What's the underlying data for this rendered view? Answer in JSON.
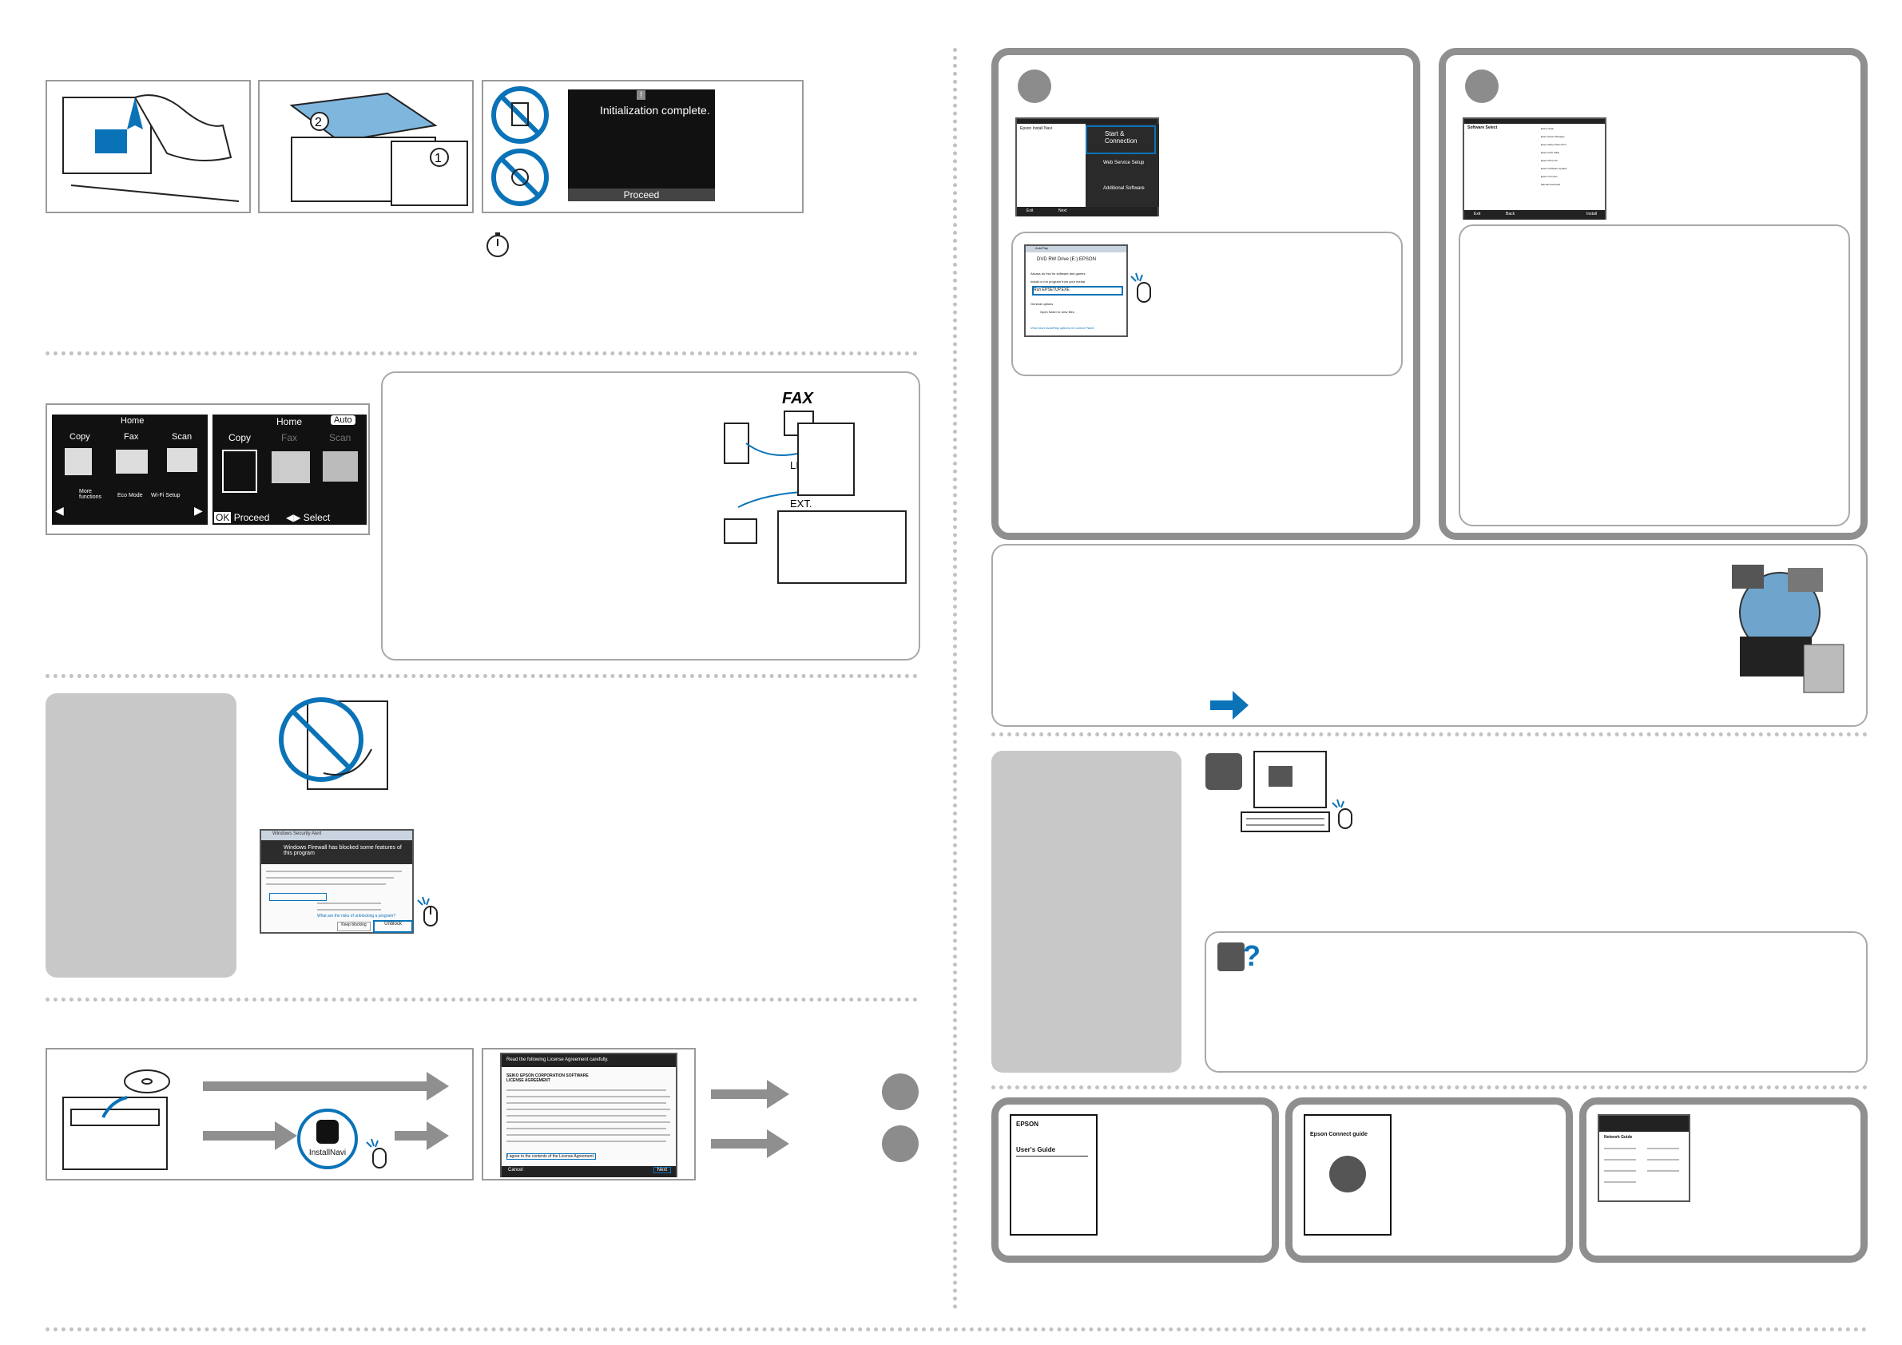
{
  "lcd_init": {
    "message": "Initialization complete.",
    "button": "Proceed",
    "info_icon": "!"
  },
  "home_screen_1": {
    "title": "Home",
    "items": [
      "Copy",
      "Fax",
      "Scan"
    ],
    "bottom": [
      "More functions",
      "Eco Mode",
      "Wi-Fi Setup"
    ]
  },
  "home_screen_2": {
    "title": "Home",
    "badge": "Auto",
    "items": [
      "Copy",
      "Fax",
      "Scan"
    ],
    "proceed": "Proceed",
    "ok": "OK",
    "select": "Select"
  },
  "fax_diagram": {
    "fax_label": "FAX",
    "line_label": "LINE",
    "ext_label": "EXT."
  },
  "installer_menu": {
    "title": "Epson Install Navi",
    "item1": "Start & Connection",
    "item2": "Web Service Setup",
    "item3": "Additional Software",
    "exit": "Exit",
    "next": "Next"
  },
  "autoplay": {
    "title": "AutoPlay",
    "drive": "DVD RW Drive (E:) EPSON",
    "always": "Always do this for software and games",
    "install_heading": "Install or run program from your media",
    "run": "Run EPSETUP.EXE",
    "general": "General options",
    "open": "Open folder to view files",
    "setdefaults": "View more AutoPlay options in Control Panel"
  },
  "software_list": {
    "title": "Software Select",
    "items": [
      "Epson Scan",
      "Epson Event Manager",
      "Epson Easy Photo Print",
      "Epson FAX Utility",
      "Epson Print CD",
      "Epson Software Updater",
      "Epson Connect",
      "Manual Download"
    ],
    "back": "Back",
    "install": "Install",
    "exit": "Exit"
  },
  "firewall": {
    "title": "Windows Security Alert",
    "heading": "Windows Firewall has blocked some features of this program",
    "unblock": "Unblock",
    "keep": "Keep blocking",
    "link": "What are the risks of unblocking a program?"
  },
  "install_navi": {
    "label": "InstallNavi"
  },
  "license": {
    "heading": "Read the following License Agreement carefully.",
    "body_title": "SEIKO EPSON CORPORATION SOFTWARE LICENSE AGREEMENT",
    "agree": "I agree to the contents of the License Agreement.",
    "cancel": "Cancel",
    "next": "Next"
  },
  "manuals": {
    "users_guide": "User's Guide",
    "brand": "EPSON",
    "connect_guide": "Epson Connect guide",
    "network_guide": "Network Guide"
  },
  "colors": {
    "accent": "#0a73b8",
    "frame": "#8f8f8f",
    "fill": "#c8c8c8"
  }
}
